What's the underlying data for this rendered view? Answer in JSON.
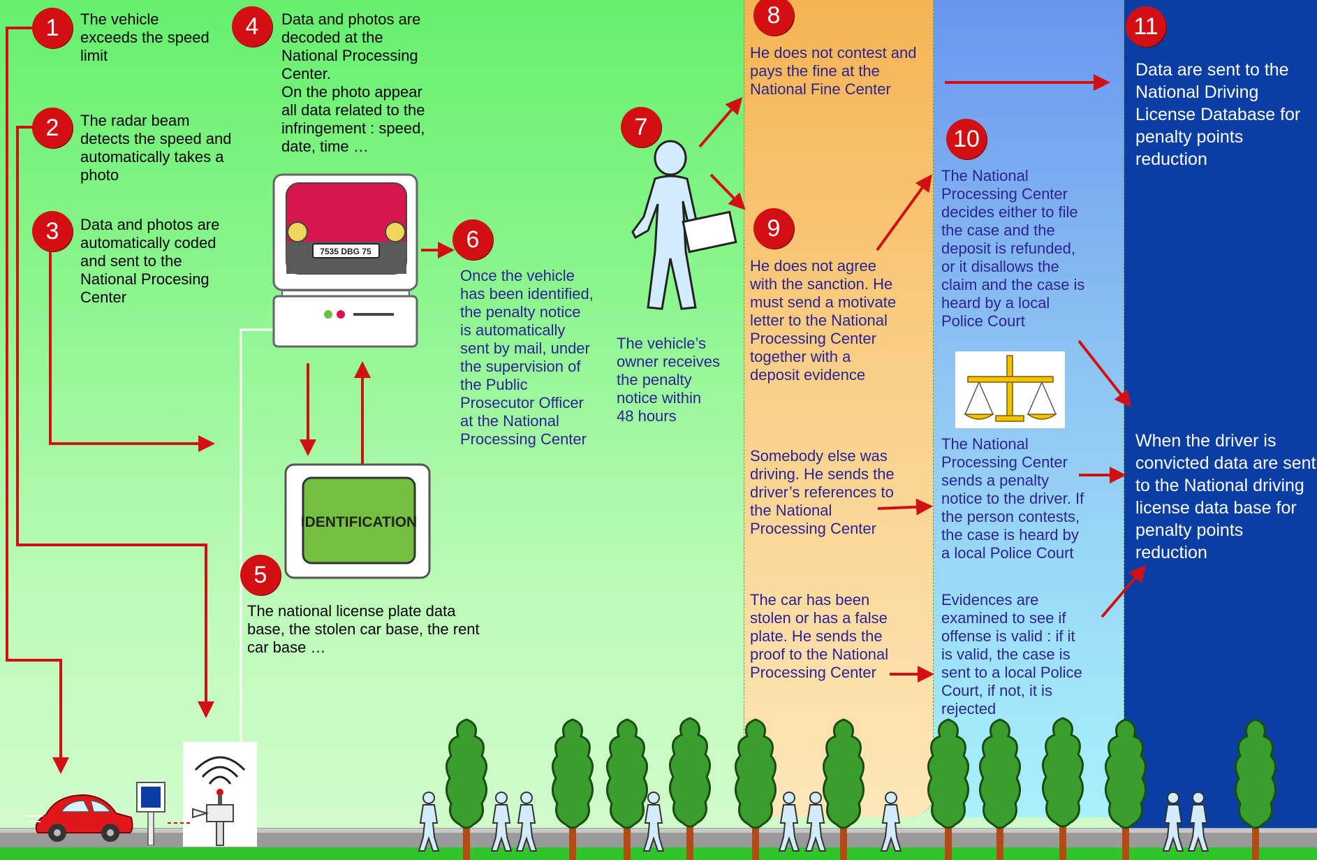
{
  "colors": {
    "background_green": "#66f06d",
    "panel_orange": "#f5b452",
    "panel_blue": "#6896ee",
    "panel_navy": "#0b3ea4",
    "badge_red": "#d20f12",
    "arrow_red": "#d20f12",
    "text_purple": "#2d2394"
  },
  "steps": [
    {
      "num": "1",
      "text": "The vehicle\nexceeds the speed\nlimit"
    },
    {
      "num": "2",
      "text": "The radar beam\ndetects the speed and\nautomatically takes a\nphoto"
    },
    {
      "num": "3",
      "text": "Data and photos are\nautomatically coded\nand sent to the\nNational Procesing\nCenter"
    },
    {
      "num": "4",
      "text": "Data and photos are\ndecoded at the\nNational Processing\nCenter.\nOn the photo appear\nall data related to the\ninfringement : speed,\ndate, time …"
    },
    {
      "num": "5",
      "text": "The national license plate data\nbase, the stolen car base, the rent\ncar base …"
    },
    {
      "num": "6",
      "text": "Once the vehicle\nhas been identified,\nthe penalty notice\nis automatically\nsent by mail, under\nthe supervision of\nthe Public\nProsecutor Officer\nat the National\nProcessing Center"
    },
    {
      "num": "7",
      "text": "The vehicle’s\nowner receives\nthe penalty\nnotice within\n48 hours"
    },
    {
      "num": "8",
      "text": "He does not contest and\npays the fine at the\nNational Fine Center"
    },
    {
      "num": "9",
      "text": "He does not agree\nwith the sanction. He\nmust send a motivate\nletter to the National\nProcessing Center\ntogether with a\ndeposit evidence"
    },
    {
      "num": "10",
      "text": "The National\nProcessing Center\ndecides either to file\nthe case and the\ndeposit is refunded,\nor it disallows the\nclaim and the case is\nheard by a local\nPolice Court"
    },
    {
      "num": "11",
      "text": "Data are sent to the\nNational Driving\nLicense Database for\npenalty points\nreduction"
    }
  ],
  "orange_notes": {
    "someone_else": "Somebody else was\ndriving. He sends the\ndriver’s references to\nthe National\nProcessing Center",
    "stolen": "The car has been\nstolen or has a false\nplate. He sends the\nproof to the National\nProcessing Center"
  },
  "blue_notes": {
    "penalty_notice": "The National\nProcessing Center\nsends a penalty\nnotice to the driver. If\nthe person contests,\nthe case is heard by\na local Police Court",
    "evidences": "Evidences are\nexamined  to see if\noffense is valid : if it\nis valid, the case is\nsent to a local Police\nCourt, if not, it is\nrejected"
  },
  "navy_notes": {
    "convicted": "When the driver is\nconvicted data are sent\nto the National driving\nlicense data base for\npenalty points\nreduction"
  },
  "graphics": {
    "plate_text": "7535 DBG 75",
    "identification_label": "IDENTIFICATION"
  },
  "icons": [
    "computer-icon",
    "identification-screen-icon",
    "person-with-letter-icon",
    "scales-of-justice-icon",
    "car-icon",
    "radar-camera-icon",
    "tree-icon",
    "pedestrian-icon"
  ]
}
